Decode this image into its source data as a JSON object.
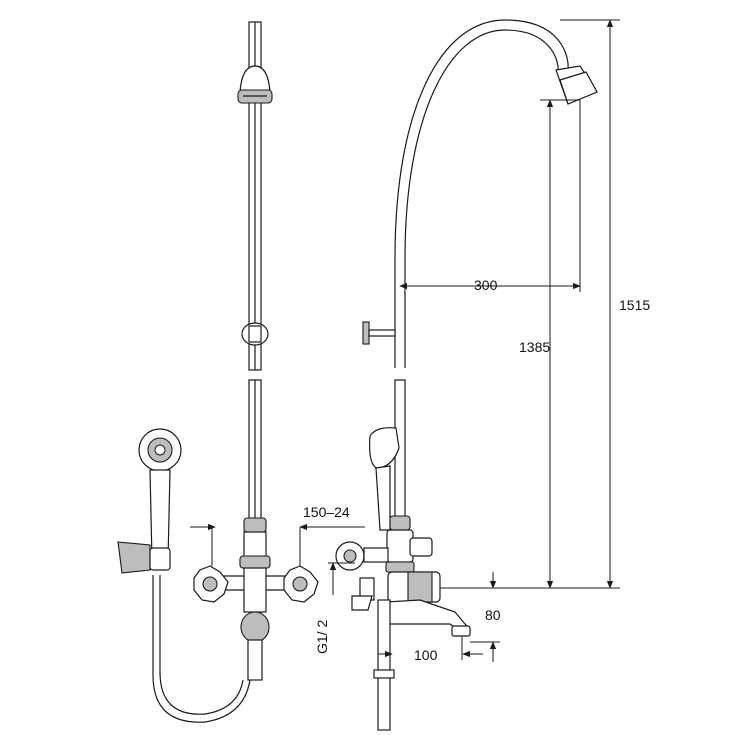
{
  "dimensions": {
    "d1515": "1515",
    "d1385": "1385",
    "d300": "300",
    "d150_24": "150–24",
    "d80": "80",
    "d100": "100",
    "thread": "G1/ 2"
  }
}
